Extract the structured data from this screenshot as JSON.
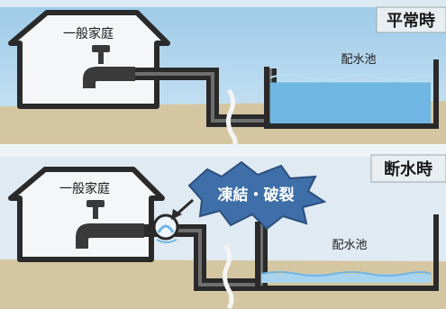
{
  "panels": [
    {
      "state_label": "平常時",
      "house_label": "一般家庭",
      "reservoir_label": "配水池",
      "reservoir_fill": 0.68
    },
    {
      "state_label": "断水時",
      "house_label": "一般家庭",
      "reservoir_label": "配水池",
      "reservoir_fill": 0.12,
      "burst_label": "凍結・破裂"
    }
  ],
  "colors": {
    "sky": "#a9d2ec",
    "ground": "#d5c6a2",
    "pipe": "#2a2a2a",
    "water": "#6fb6e3",
    "burst": "#3f6fa9",
    "background": "#dce8f3"
  }
}
